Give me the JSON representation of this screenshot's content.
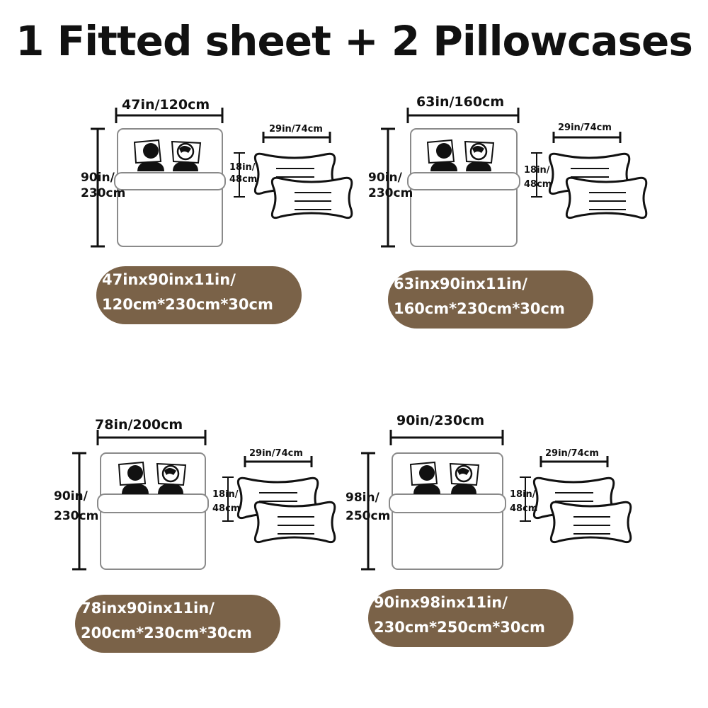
{
  "title": "1 Fitted sheet + 2 Pillowcases",
  "colors": {
    "pill": "#7a6248",
    "ink": "#111111",
    "outline": "#8a8a8a"
  },
  "icons": [
    "person-icon",
    "pillow-icon",
    "fitted-sheet-icon"
  ],
  "panels": [
    {
      "width_label": "47in/120cm",
      "height_label_1": "90in/",
      "height_label_2": "230cm",
      "pillow_width_label": "29in/74cm",
      "pillow_height_label_1": "18in/",
      "pillow_height_label_2": "48cm",
      "size_line_1": "47inx90inx11in/",
      "size_line_2": "120cm*230cm*30cm"
    },
    {
      "width_label": "63in/160cm",
      "height_label_1": "90in/",
      "height_label_2": "230cm",
      "pillow_width_label": "29in/74cm",
      "pillow_height_label_1": "18in/",
      "pillow_height_label_2": "48cm",
      "size_line_1": "63inx90inx11in/",
      "size_line_2": "160cm*230cm*30cm"
    },
    {
      "width_label": "78in/200cm",
      "height_label_1": "90in/",
      "height_label_2": "230cm",
      "pillow_width_label": "29in/74cm",
      "pillow_height_label_1": "18in/",
      "pillow_height_label_2": "48cm",
      "size_line_1": "78inx90inx11in/",
      "size_line_2": "200cm*230cm*30cm"
    },
    {
      "width_label": "90in/230cm",
      "height_label_1": "98in/",
      "height_label_2": "250cm",
      "pillow_width_label": "29in/74cm",
      "pillow_height_label_1": "18in/",
      "pillow_height_label_2": "48cm",
      "size_line_1": "90inx98inx11in/",
      "size_line_2": "230cm*250cm*30cm"
    }
  ]
}
